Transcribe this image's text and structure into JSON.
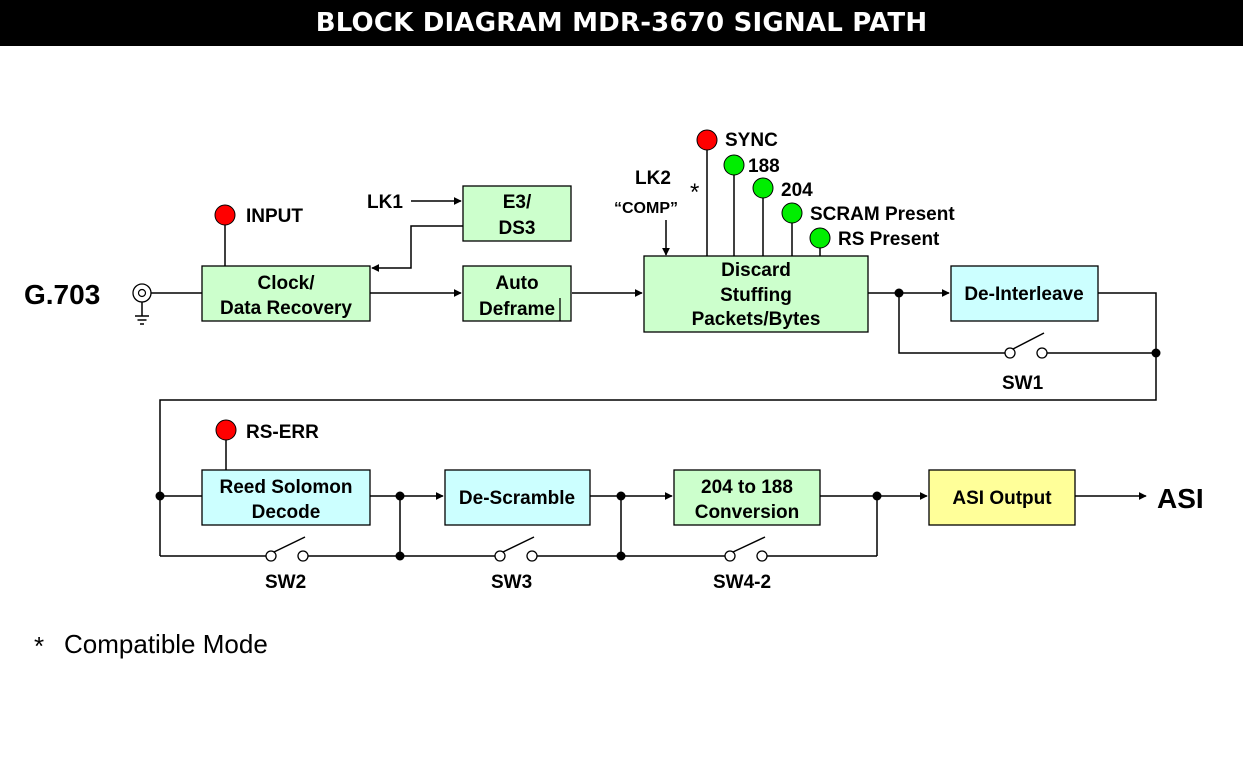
{
  "title": "BLOCK DIAGRAM MDR-3670 SIGNAL PATH",
  "labels": {
    "g703": "G.703",
    "asi": "ASI",
    "lk1": "LK1",
    "lk2": "LK2",
    "comp": "“COMP”",
    "asterisk": "*",
    "footnote_mark": "*",
    "footnote_text": "Compatible Mode"
  },
  "blocks": {
    "clock": [
      "Clock/",
      "Data Recovery"
    ],
    "e3ds3": [
      "E3/",
      "DS3"
    ],
    "autodeframe": [
      "Auto",
      "Deframe"
    ],
    "discard": [
      "Discard",
      "Stuffing",
      "Packets/Bytes"
    ],
    "deinterleave": [
      "De-Interleave"
    ],
    "reedsolomon": [
      "Reed Solomon",
      "Decode"
    ],
    "descramble": [
      "De-Scramble"
    ],
    "conv": [
      "204 to 188",
      "Conversion"
    ],
    "asiout": [
      "ASI Output"
    ]
  },
  "leds": {
    "input": "INPUT",
    "sync": "SYNC",
    "l188": "188",
    "l204": "204",
    "scram": "SCRAM Present",
    "rs": "RS Present",
    "rserr": "RS-ERR"
  },
  "leds_colors": {
    "input": "#ff0000",
    "sync": "#ff0000",
    "rserr": "#ff0000",
    "l188": "#00ee00",
    "l204": "#00ee00",
    "scram": "#00ee00",
    "rs": "#00ee00"
  },
  "switches": {
    "sw1": "SW1",
    "sw2": "SW2",
    "sw3": "SW3",
    "sw4": "SW4-2"
  },
  "colors": {
    "green_block": "#ccffcc",
    "cyan_block": "#ccffff",
    "yellow_block": "#ffff99"
  }
}
